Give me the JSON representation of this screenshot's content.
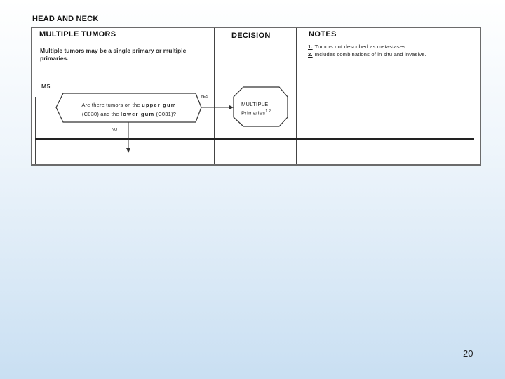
{
  "header": {
    "title": "HEAD AND NECK"
  },
  "table": {
    "title": "MULTIPLE TUMORS",
    "decision_heading": "DECISION",
    "notes_heading": "NOTES",
    "description": "Multiple tumors may be a single primary or multiple primaries.",
    "notes": [
      {
        "number": "1.",
        "text": "Tumors not described as metastases."
      },
      {
        "number": "2.",
        "text": "Includes combinations of in situ and invasive."
      }
    ],
    "rule_id": "M5",
    "question_parts": {
      "lead": "Are there tumors  on the ",
      "upper": "upper gum",
      "code1": "(C030) and the ",
      "lower": "lower gum",
      "code2": " (C031)?"
    },
    "decision_line1": "MULTIPLE",
    "decision_line2": "Primaries",
    "decision_superscript": "1 2",
    "yes_label": "YES",
    "no_label": "NO"
  },
  "page_number": "20"
}
